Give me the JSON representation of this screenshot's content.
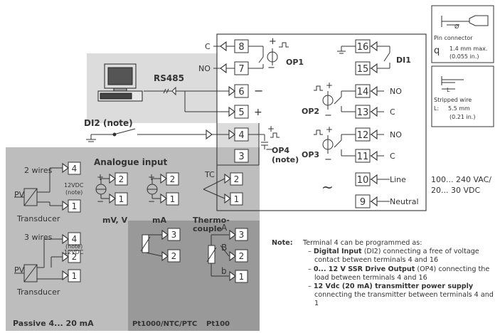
{
  "terminals": [
    "1",
    "2",
    "3",
    "4",
    "5",
    "6",
    "7",
    "8",
    "9",
    "10",
    "11",
    "12",
    "13",
    "14",
    "15",
    "16"
  ],
  "main_block": {
    "c_label": "C",
    "no_label": "NO",
    "op1": "OP1",
    "op2": "OP2",
    "op3": "OP3",
    "op4": "OP4",
    "op4_note": "(note)",
    "di1": "DI1",
    "di2": "DI2 (note)",
    "rs485": "RS485",
    "minus": "−",
    "plus": "+",
    "line": "Line",
    "neutral": "Neutral",
    "supply_1": "100... 240 VAC/",
    "supply_2": "20... 30 VDC",
    "tilde": "~",
    "c_right": "C",
    "no_right": "NO"
  },
  "pin_box": {
    "pin_title": "Pin connector",
    "pin_q": "q",
    "pin_dim1": "1.4 mm max.",
    "pin_dim2": "(0.055 in.)",
    "wire_title": "Stripped wire",
    "wire_L": "L:",
    "wire_dim1": "5.5 mm",
    "wire_dim2": "(0.21 in.)",
    "l_marker": "L",
    "diam": "Ø"
  },
  "analogue": {
    "title": "Analogue input",
    "two_wires": "2 wires",
    "three_wires": "3 wires",
    "pv": "PV",
    "transducer": "Transducer",
    "v12": "12VDC",
    "note": "(note)",
    "mv_label": "mV, V",
    "ma_label": "mA",
    "thermo_1": "Thermo-",
    "thermo_2": "couple",
    "tc": "TC",
    "passive": "Passive 4... 20 mA",
    "pt_ntc": "Pt1000/NTC/PTC",
    "pt100": "Pt100",
    "A": "A",
    "B": "B",
    "b": "b"
  },
  "note": {
    "header": "Note:",
    "intro": "Terminal 4 can be programmed as:",
    "items": [
      {
        "bold": "Digital Input",
        "rest": " (DI2) connecting a free of voltage contact between terminals 4 and 16"
      },
      {
        "bold": "0... 12 V SSR Drive Output",
        "rest": " (OP4) connecting the load between terminals 4 and 16"
      },
      {
        "bold": "12 Vdc (20 mA) transmitter power supply",
        "rest": " connecting the transmitter between terminals 4 and 1"
      }
    ]
  }
}
